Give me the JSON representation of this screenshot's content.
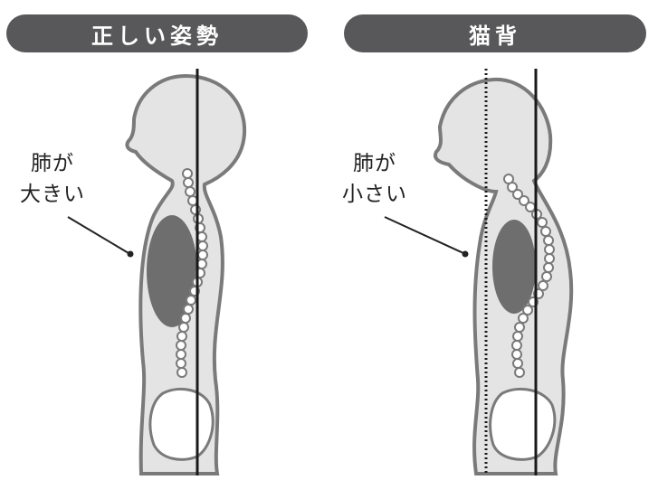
{
  "panels": [
    {
      "title": "正しい姿勢",
      "label_line1": "肺が",
      "label_line2": "大きい"
    },
    {
      "title": "猫背",
      "label_line1": "肺が",
      "label_line2": "小さい"
    }
  ],
  "colors": {
    "header": "#58585a",
    "body_fill": "#e4e4e4",
    "body_stroke": "#7a7a7a",
    "lung": "#6e6e6e"
  }
}
